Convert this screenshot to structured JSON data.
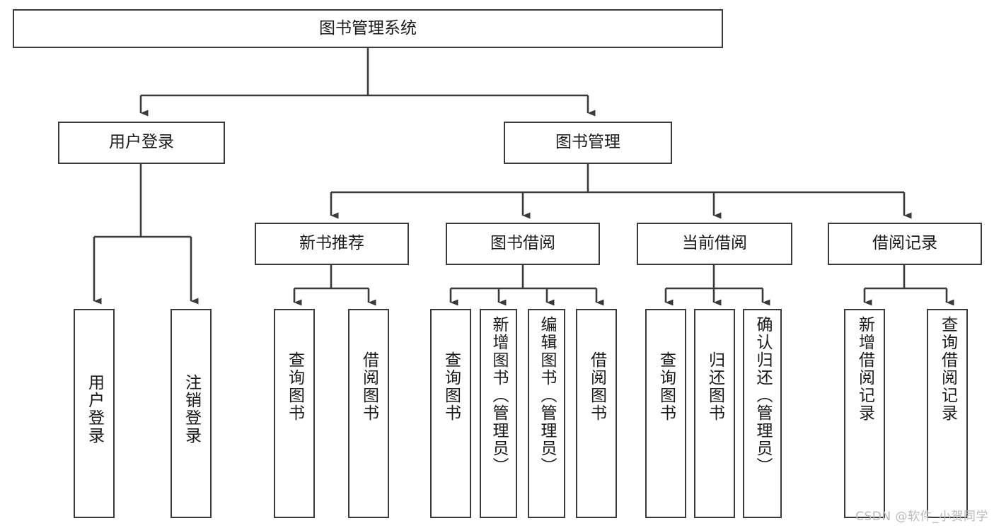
{
  "diagram": {
    "title": "图书管理系统",
    "type": "function-structure-tree",
    "colors": {
      "border": "#3a3a3a",
      "background": "#ffffff",
      "text": "#1a1a1a",
      "watermark": "#b9b9b9"
    },
    "root": {
      "label": "图书管理系统"
    },
    "level1": [
      {
        "label": "用户登录"
      },
      {
        "label": "图书管理"
      }
    ],
    "level2": [
      {
        "label": "新书推荐"
      },
      {
        "label": "图书借阅"
      },
      {
        "label": "当前借阅"
      },
      {
        "label": "借阅记录"
      }
    ],
    "leaves": {
      "user_login": [
        {
          "label": "用户登录"
        },
        {
          "label": "注销登录"
        }
      ],
      "new_book_recommend": [
        {
          "label": "查询图书"
        },
        {
          "label": "借阅图书"
        }
      ],
      "book_borrow": [
        {
          "label": "查询图书"
        },
        {
          "label": "新增图书（管理员）"
        },
        {
          "label": "编辑图书（管理员）"
        },
        {
          "label": "借阅图书"
        }
      ],
      "current_borrow": [
        {
          "label": "查询图书"
        },
        {
          "label": "归还图书"
        },
        {
          "label": "确认归还（管理员）"
        }
      ],
      "borrow_record": [
        {
          "label": "新增借阅记录"
        },
        {
          "label": "查询借阅记录"
        }
      ]
    }
  },
  "watermark": {
    "text": "CSDN @软件_小贺同学"
  }
}
